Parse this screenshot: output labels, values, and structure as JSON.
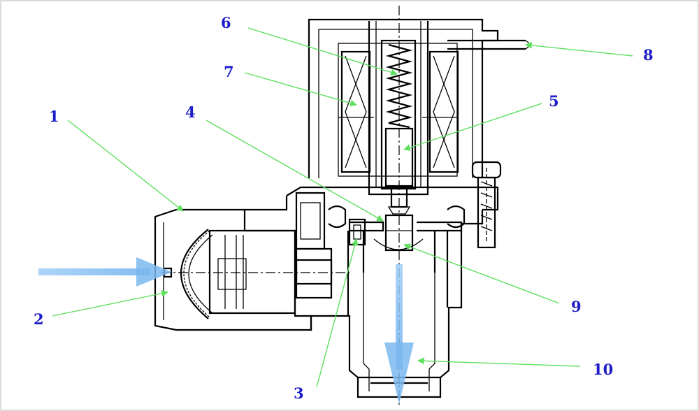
{
  "callouts": [
    {
      "id": "1",
      "label": "1"
    },
    {
      "id": "2",
      "label": "2"
    },
    {
      "id": "3",
      "label": "3"
    },
    {
      "id": "4",
      "label": "4"
    },
    {
      "id": "5",
      "label": "5"
    },
    {
      "id": "6",
      "label": "6"
    },
    {
      "id": "7",
      "label": "7"
    },
    {
      "id": "8",
      "label": "8"
    },
    {
      "id": "9",
      "label": "9"
    },
    {
      "id": "10",
      "label": "10"
    }
  ],
  "colors": {
    "label": "#1c1cc8",
    "leader": "#5ee05e",
    "flow_arrow": "#8ec3f5",
    "outline": "#000000"
  }
}
